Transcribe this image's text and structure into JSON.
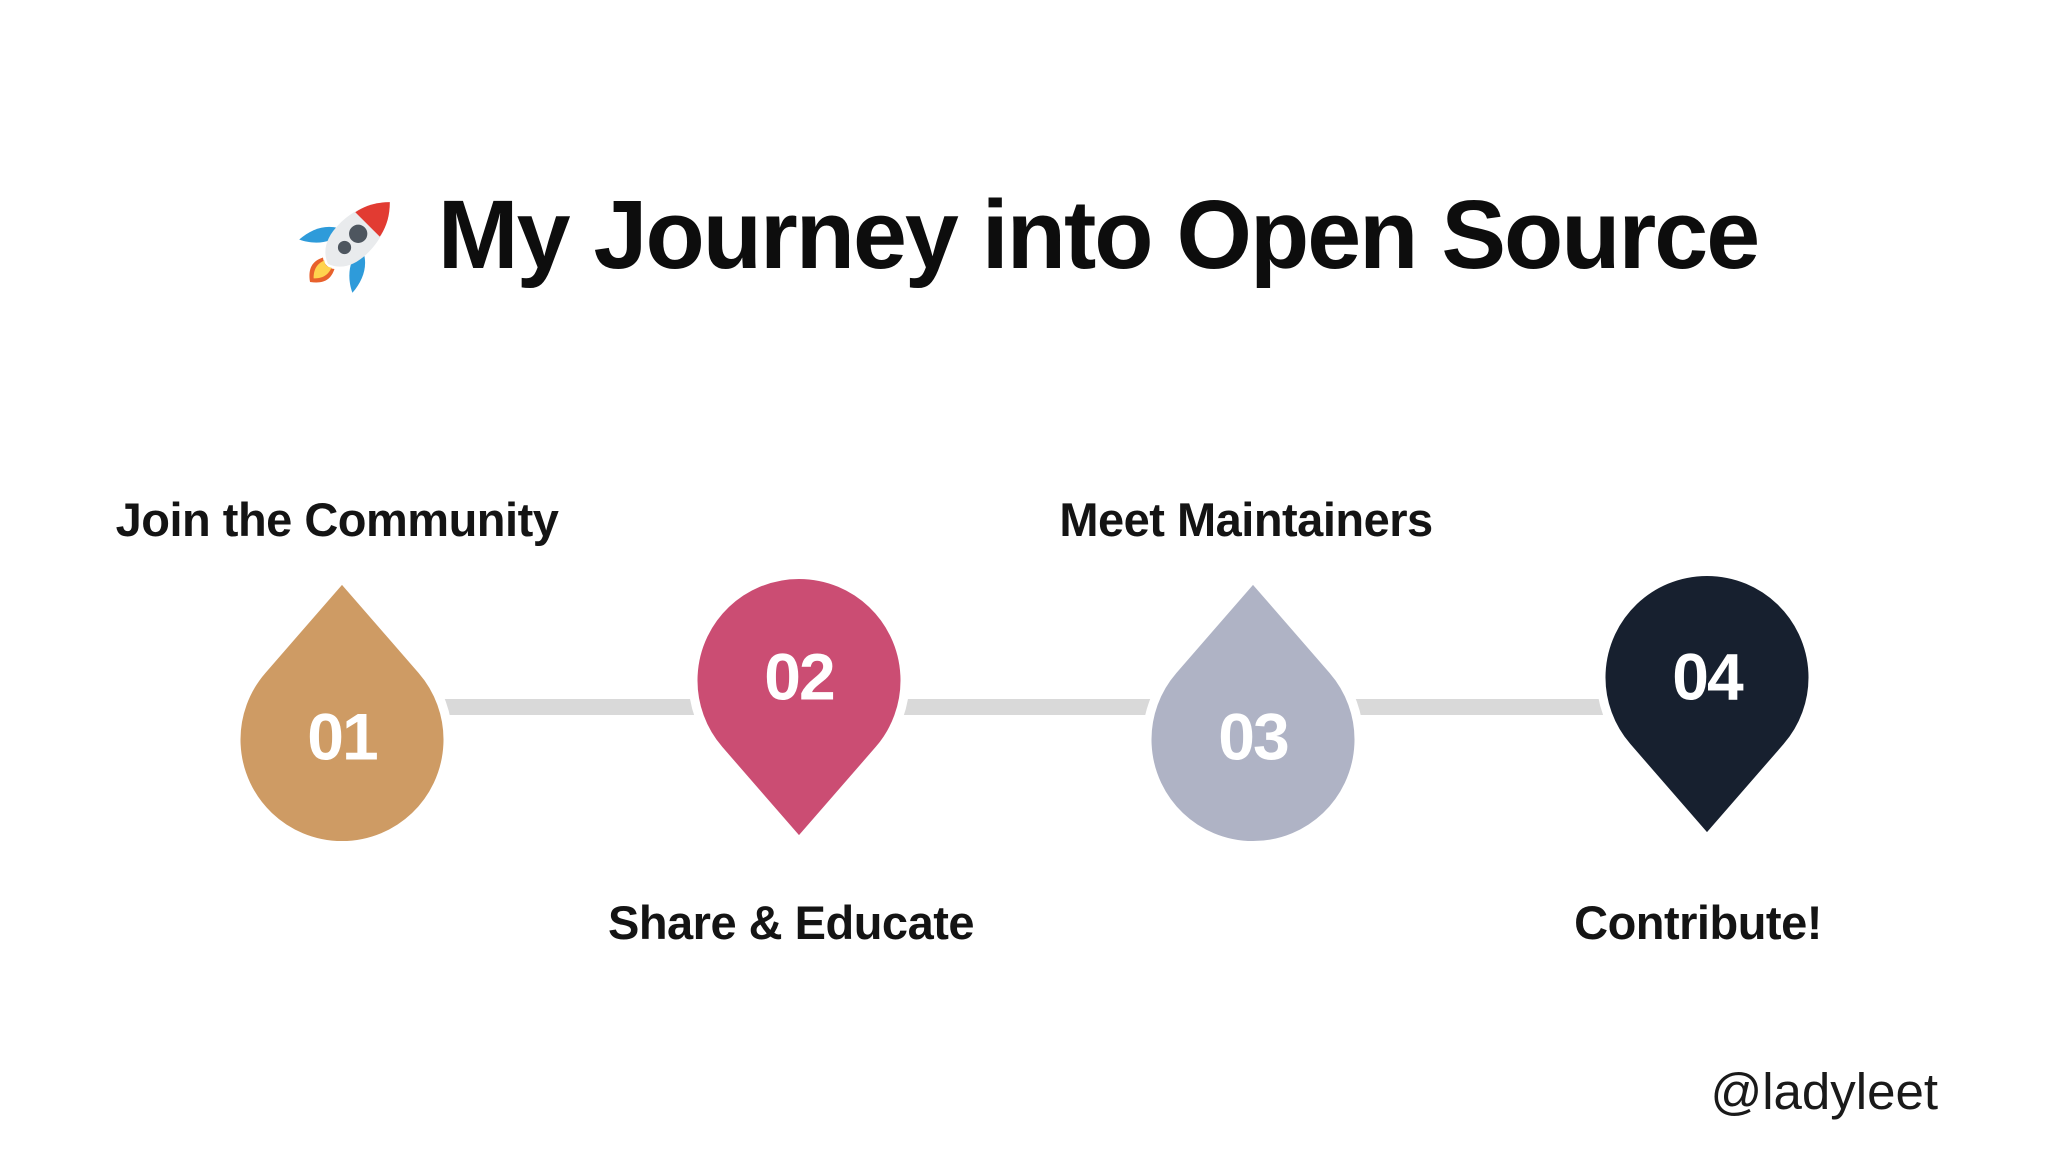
{
  "slide": {
    "title": "My Journey into Open Source",
    "watermark": "@ladyleet",
    "background_color": "#FFFFFF"
  },
  "timeline": {
    "connector_color": "#D9D9D9",
    "steps": [
      {
        "number": "01",
        "label": "Join the Community",
        "color": "#CE9B64",
        "pointer": "up",
        "label_position": "above"
      },
      {
        "number": "02",
        "label": "Share & Educate",
        "color": "#CB4D73",
        "pointer": "down",
        "label_position": "below"
      },
      {
        "number": "03",
        "label": "Meet Maintainers",
        "color": "#AFB3C5",
        "pointer": "up",
        "label_position": "above"
      },
      {
        "number": "04",
        "label": "Contribute!",
        "color": "#17202F",
        "pointer": "down",
        "label_position": "below"
      }
    ]
  }
}
